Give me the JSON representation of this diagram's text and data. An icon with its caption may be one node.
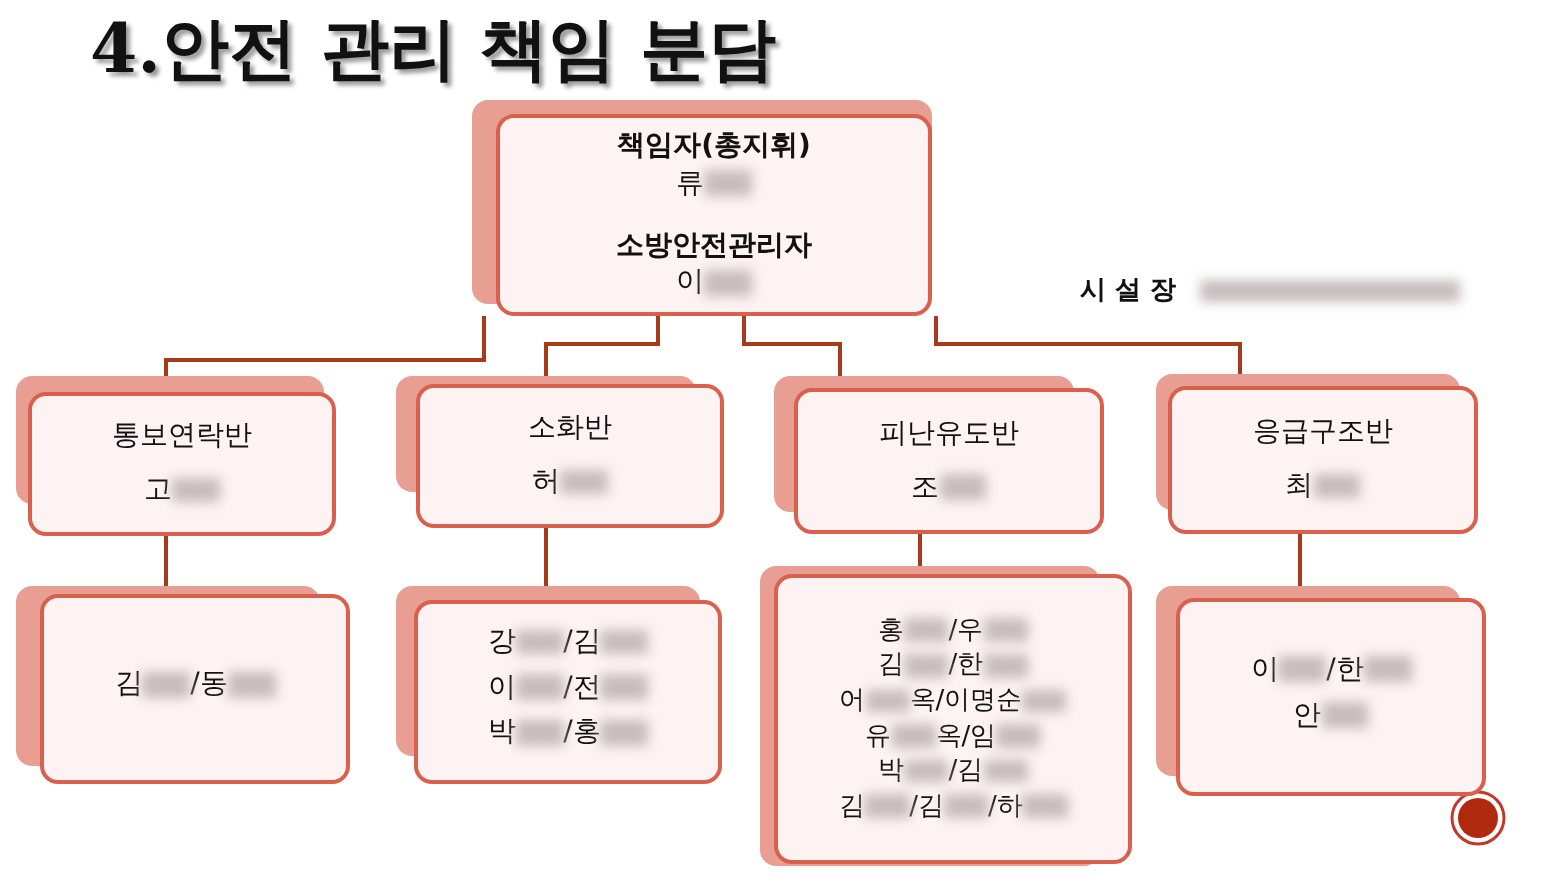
{
  "diagram": {
    "title": "4.안전 관리 책임 분담",
    "nodes": [
      {
        "text": [
          "책임자(총지휘)",
          "류",
          "소방안전관리자",
          "이"
        ]
      },
      {
        "text": [
          "통보연락반",
          "고"
        ]
      },
      {
        "text": [
          "소화반",
          "허"
        ]
      },
      {
        "text": [
          "피난유도반",
          "조"
        ]
      },
      {
        "text": [
          "응급구조반",
          "최"
        ]
      },
      {
        "text": [
          "김 /동"
        ]
      },
      {
        "text": [
          "강 /김",
          "이 /전",
          "박 /홍"
        ]
      },
      {
        "text": [
          "홍 /우",
          "김 /한",
          "어 옥/이명순",
          "유 옥/임",
          "박 /김",
          "김 /김 /하"
        ]
      },
      {
        "text": [
          "이 /한",
          "안"
        ]
      }
    ],
    "edges": [
      {
        "from": 0,
        "to": 1,
        "arrow": "none"
      },
      {
        "from": 0,
        "to": 2,
        "arrow": "none"
      },
      {
        "from": 0,
        "to": 3,
        "arrow": "none"
      },
      {
        "from": 0,
        "to": 4,
        "arrow": "none"
      },
      {
        "from": 1,
        "to": 5,
        "arrow": "none"
      },
      {
        "from": 2,
        "to": 6,
        "arrow": "none"
      },
      {
        "from": 3,
        "to": 7,
        "arrow": "none"
      },
      {
        "from": 4,
        "to": 8,
        "arrow": "none"
      }
    ],
    "labels": [
      "시 설 장"
    ]
  }
}
